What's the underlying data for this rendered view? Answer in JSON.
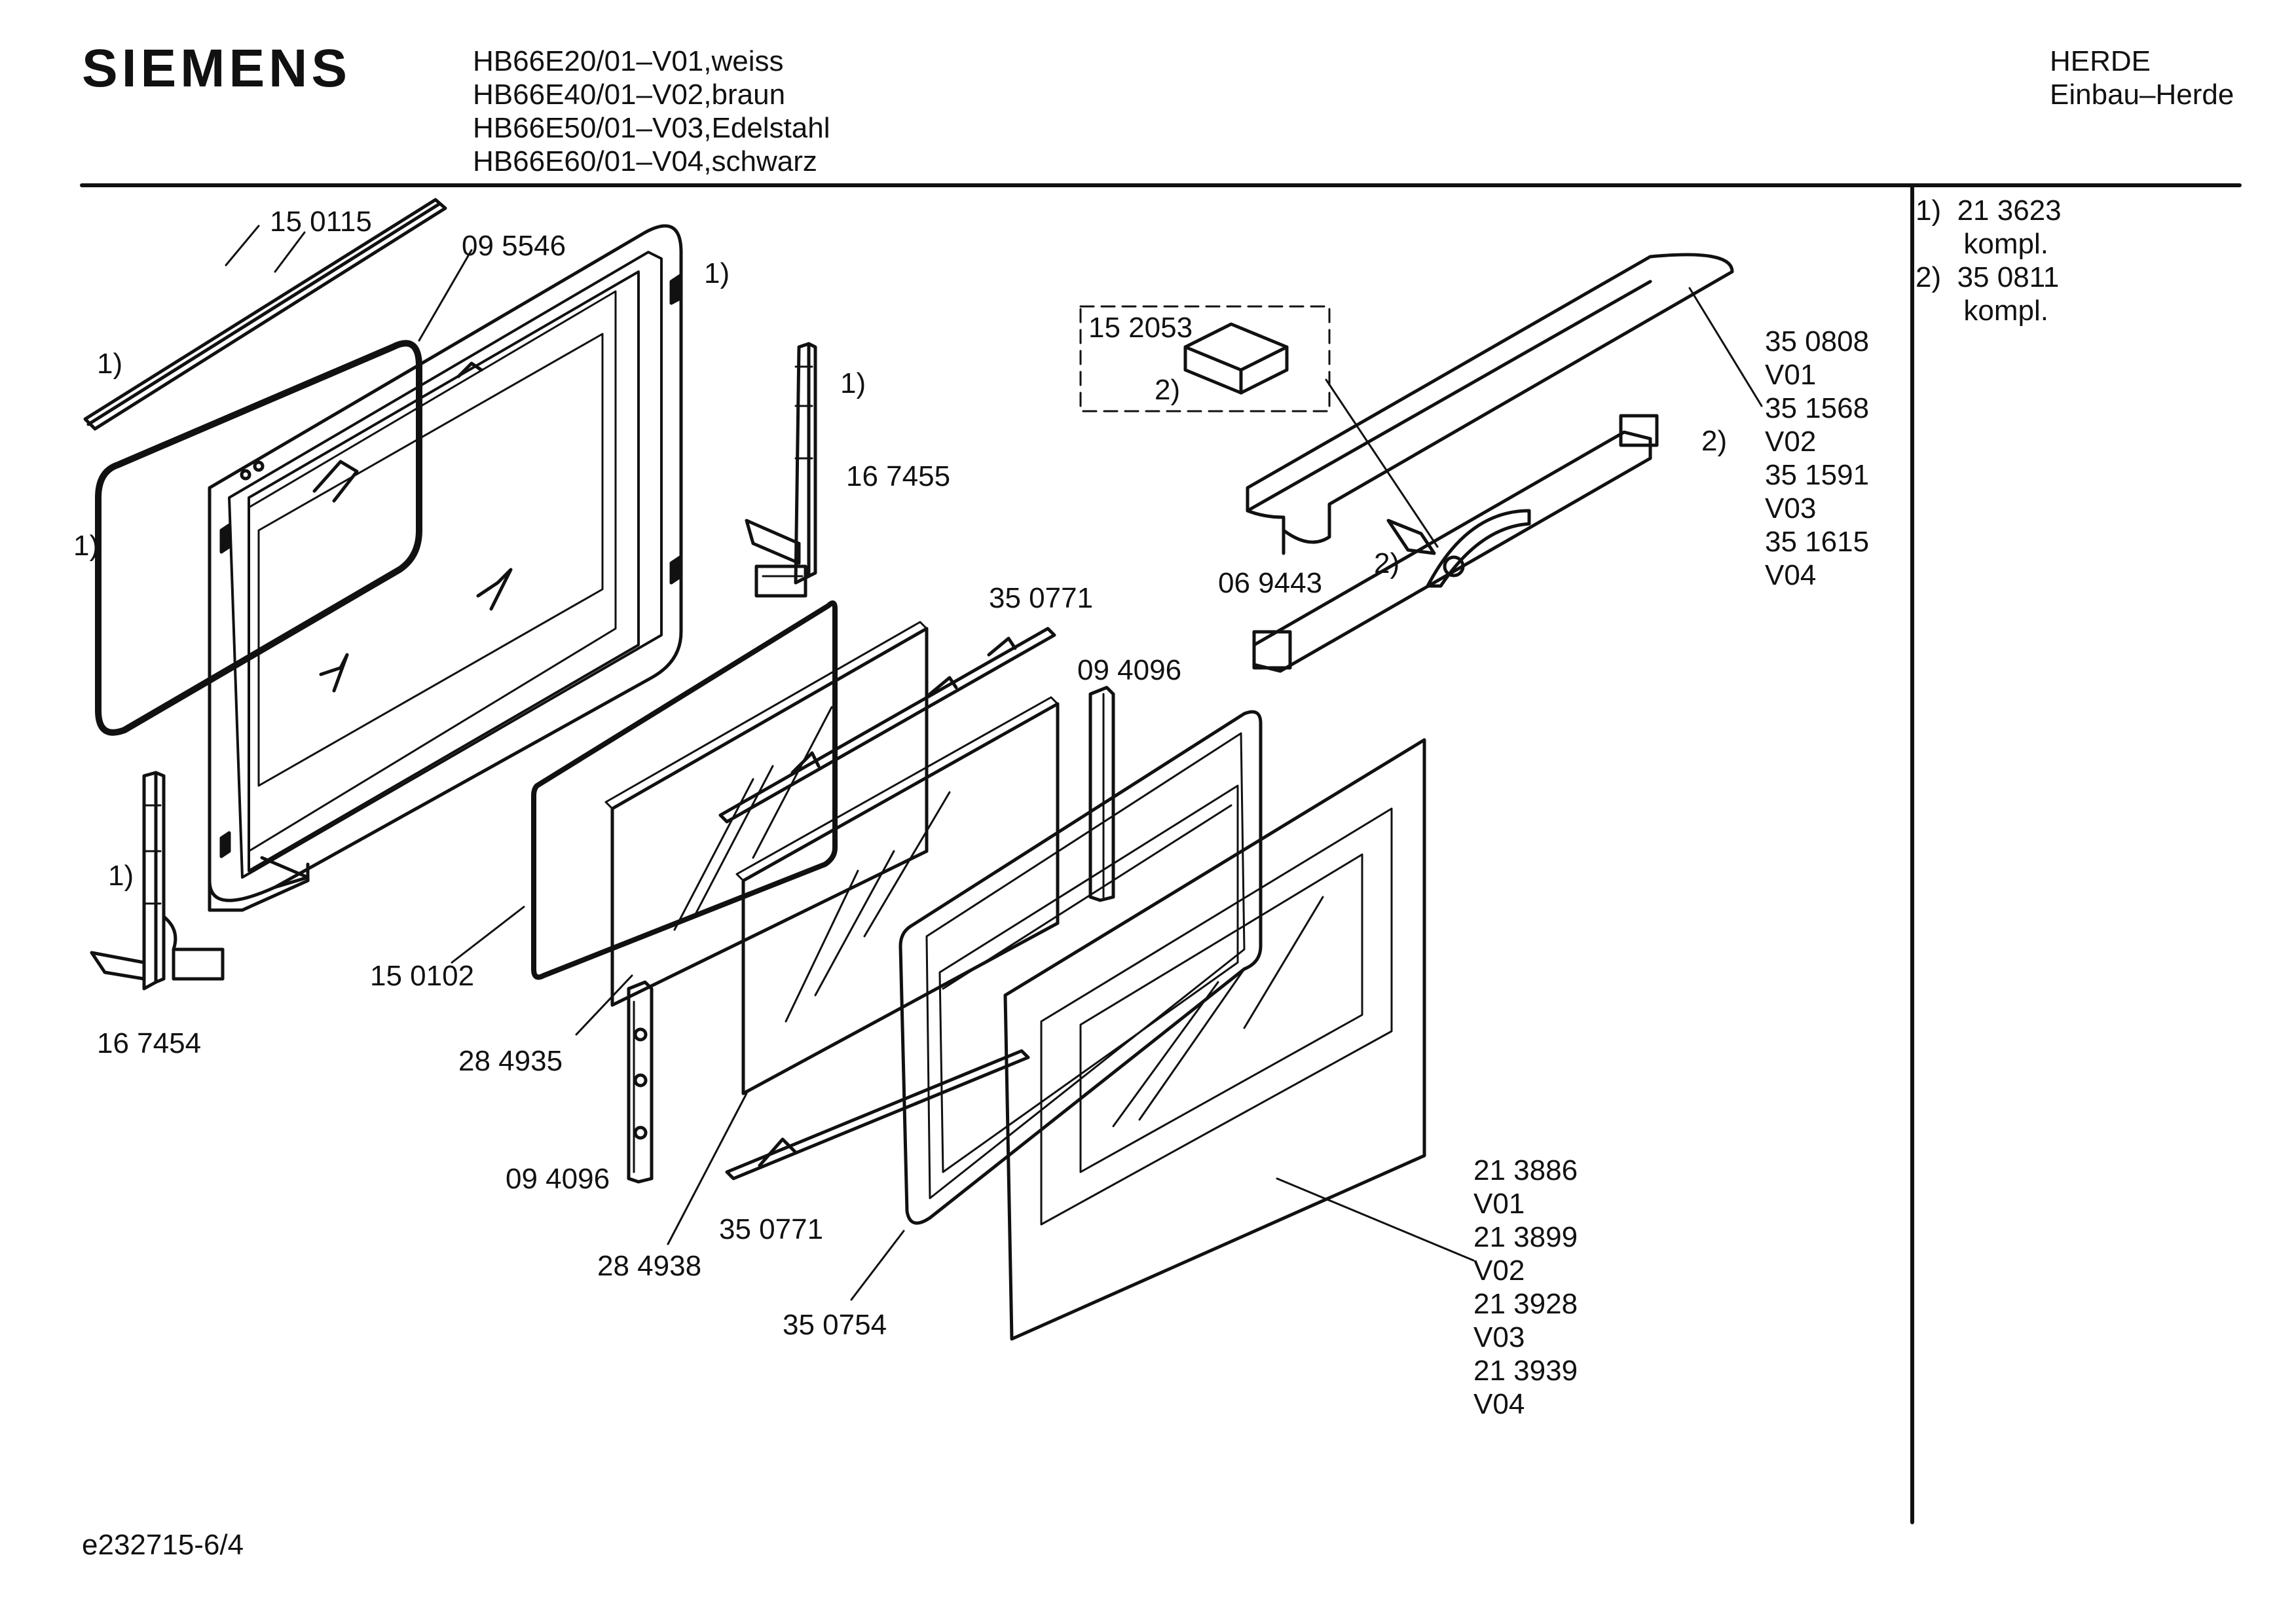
{
  "brand": "SIEMENS",
  "models": [
    "HB66E20/01–V01,weiss",
    "HB66E40/01–V02,braun",
    "HB66E50/01–V03,Edelstahl",
    "HB66E60/01–V04,schwarz"
  ],
  "category": [
    "HERDE",
    "Einbau–Herde"
  ],
  "notes": [
    "1)  21 3623",
    "      kompl.",
    "2)  35 0811",
    "      kompl."
  ],
  "footer": "e232715-6/4",
  "parts": {
    "p150115": "15 0115",
    "p095546": "09 5546",
    "r1_top": "1)",
    "r1_leftA": "1)",
    "r1_leftB": "1)",
    "r1_hinge": "1)",
    "r1_left_hinge": "1)",
    "p167455": "16 7455",
    "p167454": "16 7454",
    "p350771a": "35 0771",
    "p094096a": "09 4096",
    "p150102": "15 0102",
    "p284935": "28 4935",
    "p094096b": "09 4096",
    "p350771b": "35 0771",
    "p284938": "28 4938",
    "p350754": "35 0754",
    "p152053": "15 2053",
    "r2_box": "2)",
    "p069443": "06 9443",
    "r2_lever": "2)",
    "r2_handle": "2)"
  },
  "handle_variants": [
    "35 0808",
    "V01",
    "35 1568",
    "V02",
    "35 1591",
    "V03",
    "35 1615",
    "V04"
  ],
  "glass_variants": [
    "21 3886",
    "V01",
    "21 3899",
    "V02",
    "21 3928",
    "V03",
    "21 3939",
    "V04"
  ]
}
